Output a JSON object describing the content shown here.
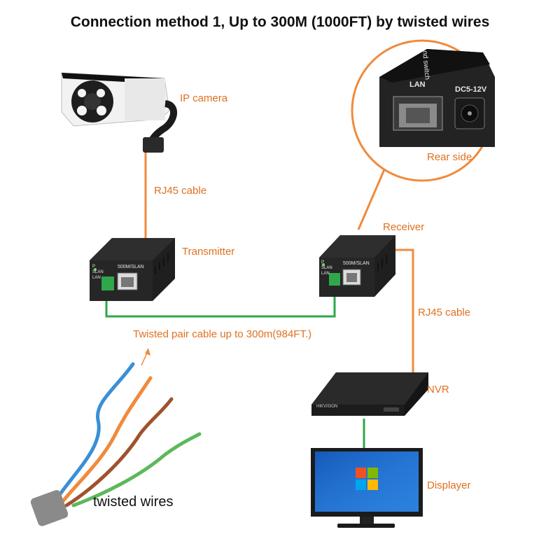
{
  "title": "Connection method 1, Up to 300M (1000FT) by twisted wires",
  "labels": {
    "ip_camera": "IP camera",
    "rj45_cable_left": "RJ45 cable",
    "transmitter": "Transmitter",
    "receiver": "Receiver",
    "rear_side": "Rear side",
    "rj45_cable_right": "RJ45 cable",
    "twisted_pair": "Twisted pair cable up to 300m(984FT.)",
    "nvr": "NVR",
    "displayer": "Displayer",
    "twisted_wires": "twisted wires"
  },
  "device": {
    "front_text": "500M/SLAN",
    "led_p": "P",
    "led_slan": "SLAN",
    "led_lan": "LAN"
  },
  "rear": {
    "lan": "LAN",
    "dc": "DC5-12V",
    "top_text": "nd switch"
  },
  "nvr_brand": "HIKVISION",
  "colors": {
    "label": "#e07020",
    "rj45_wire": "#f08a3c",
    "twisted_wire": "#2ea84a",
    "nvr_monitor_link": "#2ea84a"
  }
}
